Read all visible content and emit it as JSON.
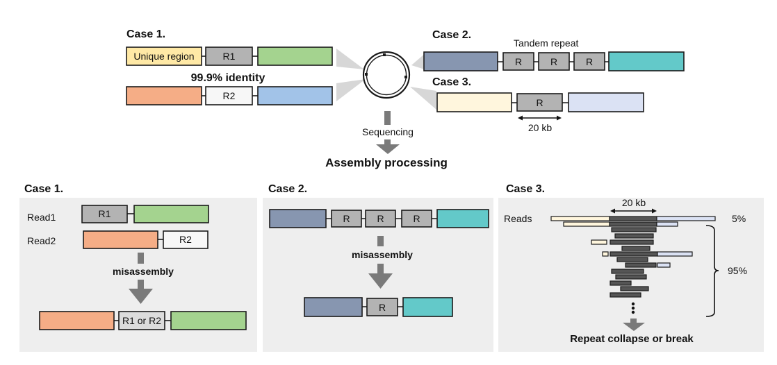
{
  "top": {
    "case1": {
      "title": "Case 1.",
      "unique_region": "Unique region",
      "r1": "R1",
      "r2": "R2",
      "identity": "99.9% identity"
    },
    "case2": {
      "title": "Case 2.",
      "tandem_label": "Tandem repeat",
      "repeat": "R"
    },
    "case3": {
      "title": "Case 3.",
      "repeat": "R",
      "size": "20 kb"
    },
    "flow": {
      "sequencing": "Sequencing",
      "assembly": "Assembly processing"
    }
  },
  "panels": {
    "case1": {
      "title": "Case 1.",
      "read1": "Read1",
      "read2": "Read2",
      "r1": "R1",
      "r2": "R2",
      "misassembly": "misassembly",
      "result": "R1 or R2"
    },
    "case2": {
      "title": "Case 2.",
      "repeat": "R",
      "misassembly": "misassembly"
    },
    "case3": {
      "title": "Case 3.",
      "reads": "Reads",
      "size": "20 kb",
      "pct_top": "5%",
      "pct_bottom": "95%",
      "result": "Repeat collapse or break"
    }
  },
  "colors": {
    "unique_yellow": "#ffe9a6",
    "repeat_gray": "#b3b3b3",
    "green": "#a4d38f",
    "orange": "#f5ad86",
    "r2_white": "#f7f7f7",
    "blue": "#a2c3e8",
    "slate": "#8796b0",
    "teal": "#63c9c9",
    "cream": "#fff6dd",
    "lavender": "#dbe2f4",
    "panel_bg": "#eeeeee",
    "arrow_gray": "#7a7a7a",
    "dark_read": "#555555"
  }
}
